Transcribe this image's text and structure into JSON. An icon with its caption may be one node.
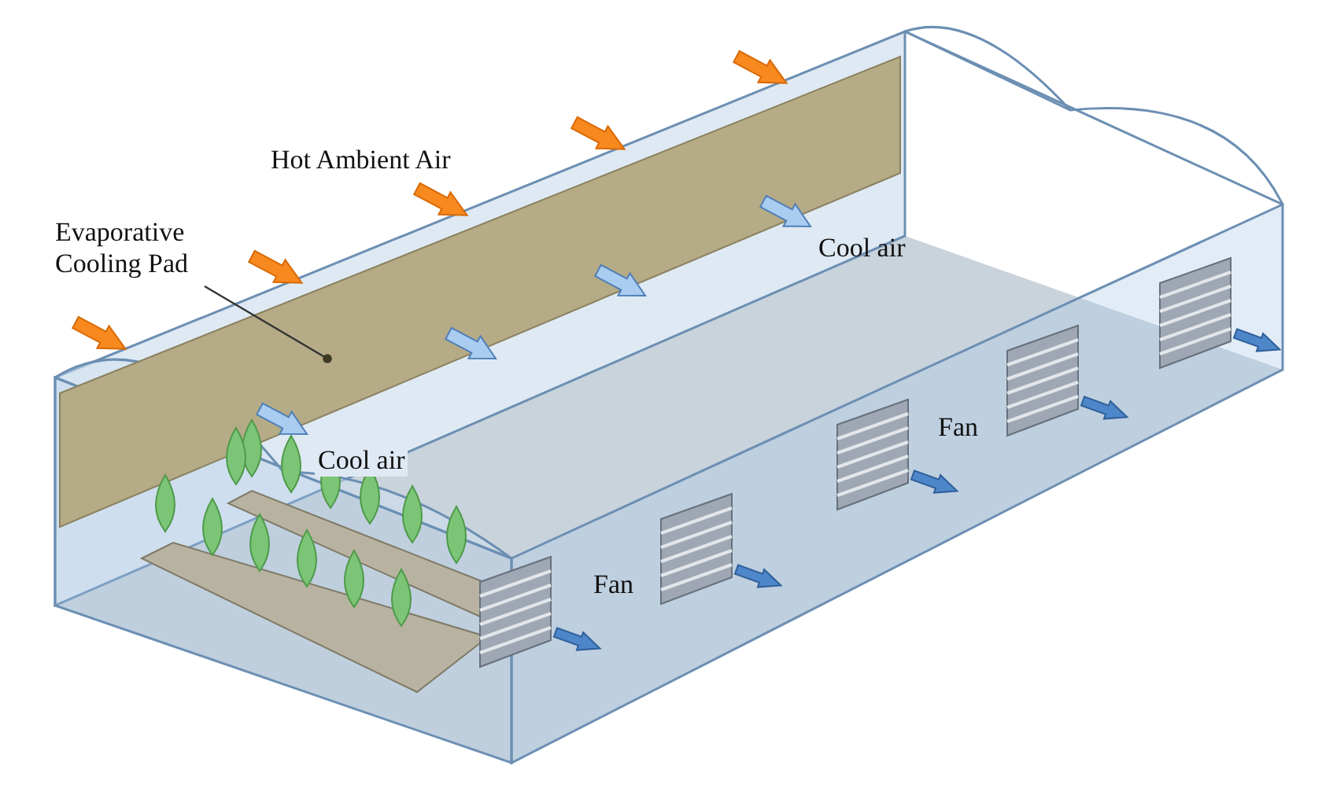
{
  "diagram": {
    "nodes": [
      {
        "text": [
          "Evaporative Cooling Pad"
        ]
      },
      {
        "text": [],
        "shape": "box"
      }
    ],
    "edges": [
      {
        "from": 0,
        "to": 1,
        "arrow": "other"
      }
    ],
    "labels": [
      "Hot Ambient Air",
      "Cool air",
      "Fan",
      "Cool air",
      "Fan"
    ]
  }
}
